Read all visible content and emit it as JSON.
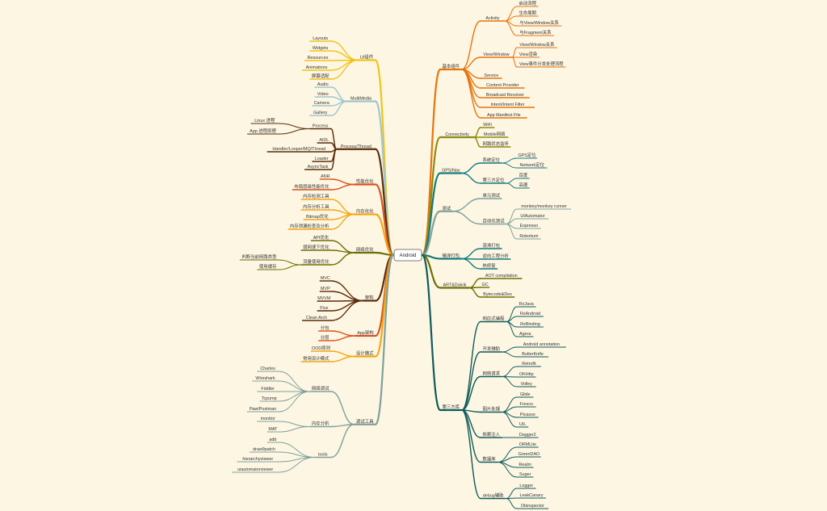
{
  "root": {
    "label": "Android"
  },
  "colors": {
    "orange": "#e8740c",
    "olive": "#8e8c10",
    "teal": "#137b80",
    "sage": "#7ea19c",
    "darkTeal": "#0e5c5c",
    "gold": "#f0c419",
    "lightBlue": "#9bc8d0",
    "brown": "#5b2c0c",
    "red": "#d8531b",
    "amber": "#f4a712",
    "olive2": "#6f6d05"
  },
  "right": [
    {
      "label": "基本组件",
      "color": "orange",
      "children": [
        {
          "label": "Activity",
          "children": [
            {
              "label": "启动流程"
            },
            {
              "label": "生命周期"
            },
            {
              "label": "与View/Window关系"
            },
            {
              "label": "与Fragment关系"
            }
          ]
        },
        {
          "label": "View/Window",
          "children": [
            {
              "label": "View/Window关系"
            },
            {
              "label": "View渲染"
            },
            {
              "label": "View事件分发处理流程"
            }
          ]
        },
        {
          "label": "Service"
        },
        {
          "label": "Content Provider"
        },
        {
          "label": "Broadcast Receiver"
        },
        {
          "label": "Intent/Intent Filter"
        },
        {
          "label": "App Manifest File"
        }
      ]
    },
    {
      "label": "Connectivity",
      "color": "olive",
      "children": [
        {
          "label": "WiFi"
        },
        {
          "label": "Mobile网络"
        },
        {
          "label": "网路状态监听"
        }
      ]
    },
    {
      "label": "GPS/Nav",
      "color": "teal",
      "children": [
        {
          "label": "系统定位",
          "children": [
            {
              "label": "GPS定位"
            },
            {
              "label": "Network定位"
            }
          ]
        },
        {
          "label": "第三方定位",
          "children": [
            {
              "label": "百度"
            },
            {
              "label": "高德"
            }
          ]
        }
      ]
    },
    {
      "label": "测试",
      "color": "sage",
      "children": [
        {
          "label": "单元测试"
        },
        {
          "label": "自动化测试",
          "children": [
            {
              "label": "monkey/monkey runner"
            },
            {
              "label": "UIAutomator"
            },
            {
              "label": "Espresso"
            },
            {
              "label": "Robotium"
            }
          ]
        }
      ]
    },
    {
      "label": "编译打包",
      "color": "teal",
      "children": [
        {
          "label": "混淆打包"
        },
        {
          "label": "逆向工程分析"
        },
        {
          "label": "热修复"
        }
      ]
    },
    {
      "label": "ART&Dalvik",
      "color": "olive2",
      "children": [
        {
          "label": "AOT compilation"
        },
        {
          "label": "GC"
        },
        {
          "label": "Bytecode&Dex"
        }
      ]
    },
    {
      "label": "第三方库",
      "color": "darkTeal",
      "children": [
        {
          "label": "响应式编程",
          "children": [
            {
              "label": "RxJava"
            },
            {
              "label": "RxAndroid"
            },
            {
              "label": "RxBinding"
            },
            {
              "label": "Agera"
            }
          ]
        },
        {
          "label": "开发辅助",
          "children": [
            {
              "label": "Android annotation"
            },
            {
              "label": "ButterKnife"
            }
          ]
        },
        {
          "label": "网络请求",
          "children": [
            {
              "label": "Retrofit"
            },
            {
              "label": "OKHttp"
            },
            {
              "label": "Volley"
            }
          ]
        },
        {
          "label": "图片处理",
          "children": [
            {
              "label": "Glide"
            },
            {
              "label": "Fresco"
            },
            {
              "label": "Picasso"
            },
            {
              "label": "UIL"
            }
          ]
        },
        {
          "label": "依赖注入",
          "children": [
            {
              "label": "Dagger2"
            }
          ]
        },
        {
          "label": "数据库",
          "children": [
            {
              "label": "ORMLite"
            },
            {
              "label": "GreenDAO"
            },
            {
              "label": "Realm"
            },
            {
              "label": "Suger"
            }
          ]
        },
        {
          "label": "debug辅助",
          "children": [
            {
              "label": "Logger"
            },
            {
              "label": "LeakCanary"
            },
            {
              "label": "Dbinspector"
            }
          ]
        }
      ]
    }
  ],
  "left": [
    {
      "label": "UI组件",
      "color": "gold",
      "children": [
        {
          "label": "Layouts"
        },
        {
          "label": "Widgets"
        },
        {
          "label": "Resources"
        },
        {
          "label": "Animations"
        },
        {
          "label": "屏幕适配"
        }
      ]
    },
    {
      "label": "MultiMedia",
      "color": "lightBlue",
      "children": [
        {
          "label": "Audio"
        },
        {
          "label": "Video"
        },
        {
          "label": "Camera"
        },
        {
          "label": "Gallery"
        }
      ]
    },
    {
      "label": "Process/Thread",
      "color": "brown",
      "children": [
        {
          "label": "Process",
          "children": [
            {
              "label": "Linux 进程"
            },
            {
              "label": "App 进程原理"
            }
          ]
        },
        {
          "label": "AIDL"
        },
        {
          "label": "Handler/Looper/MQ/Thread"
        },
        {
          "label": "Loader"
        },
        {
          "label": "AsyncTask"
        }
      ]
    },
    {
      "label": "性能优化",
      "color": "red",
      "children": [
        {
          "label": "ANR"
        },
        {
          "label": "布局层级性能优化"
        }
      ]
    },
    {
      "label": "内存优化",
      "color": "amber",
      "children": [
        {
          "label": "内存检测工具"
        },
        {
          "label": "内存分析工具"
        },
        {
          "label": "Bitmap优化"
        },
        {
          "label": "内存泄漏检查及分析"
        }
      ]
    },
    {
      "label": "网络优化",
      "color": "olive2",
      "children": [
        {
          "label": "API优化"
        },
        {
          "label": "弱网速下优化"
        },
        {
          "label": "流量使用优化",
          "children": [
            {
              "label": "判断当前网路类型"
            },
            {
              "label": "使用缓存"
            }
          ]
        }
      ]
    },
    {
      "label": "架构",
      "color": "brown",
      "children": [
        {
          "label": "MVC"
        },
        {
          "label": "MVP"
        },
        {
          "label": "MVVM"
        },
        {
          "label": "Flux"
        },
        {
          "label": "Clean Arch"
        }
      ]
    },
    {
      "label": "App架构",
      "color": "red",
      "children": [
        {
          "label": "分包"
        },
        {
          "label": "分层"
        }
      ]
    },
    {
      "label": "设计模式",
      "color": "amber",
      "children": [
        {
          "label": "OOD原则"
        },
        {
          "label": "常用设计模式"
        }
      ]
    },
    {
      "label": "调试工具",
      "color": "sage",
      "children": [
        {
          "label": "网络调试",
          "children": [
            {
              "label": "Charles"
            },
            {
              "label": "Wireshark"
            },
            {
              "label": "Fiddler"
            },
            {
              "label": "Tcpump"
            },
            {
              "label": "Paw/Postman"
            }
          ]
        },
        {
          "label": "内存分析",
          "children": [
            {
              "label": "monitor"
            },
            {
              "label": "MAT"
            }
          ]
        },
        {
          "label": "tools",
          "children": [
            {
              "label": "adb"
            },
            {
              "label": "draw9patch"
            },
            {
              "label": "hierarchyviewer"
            },
            {
              "label": "uiautomatorviewer"
            }
          ]
        }
      ]
    }
  ]
}
